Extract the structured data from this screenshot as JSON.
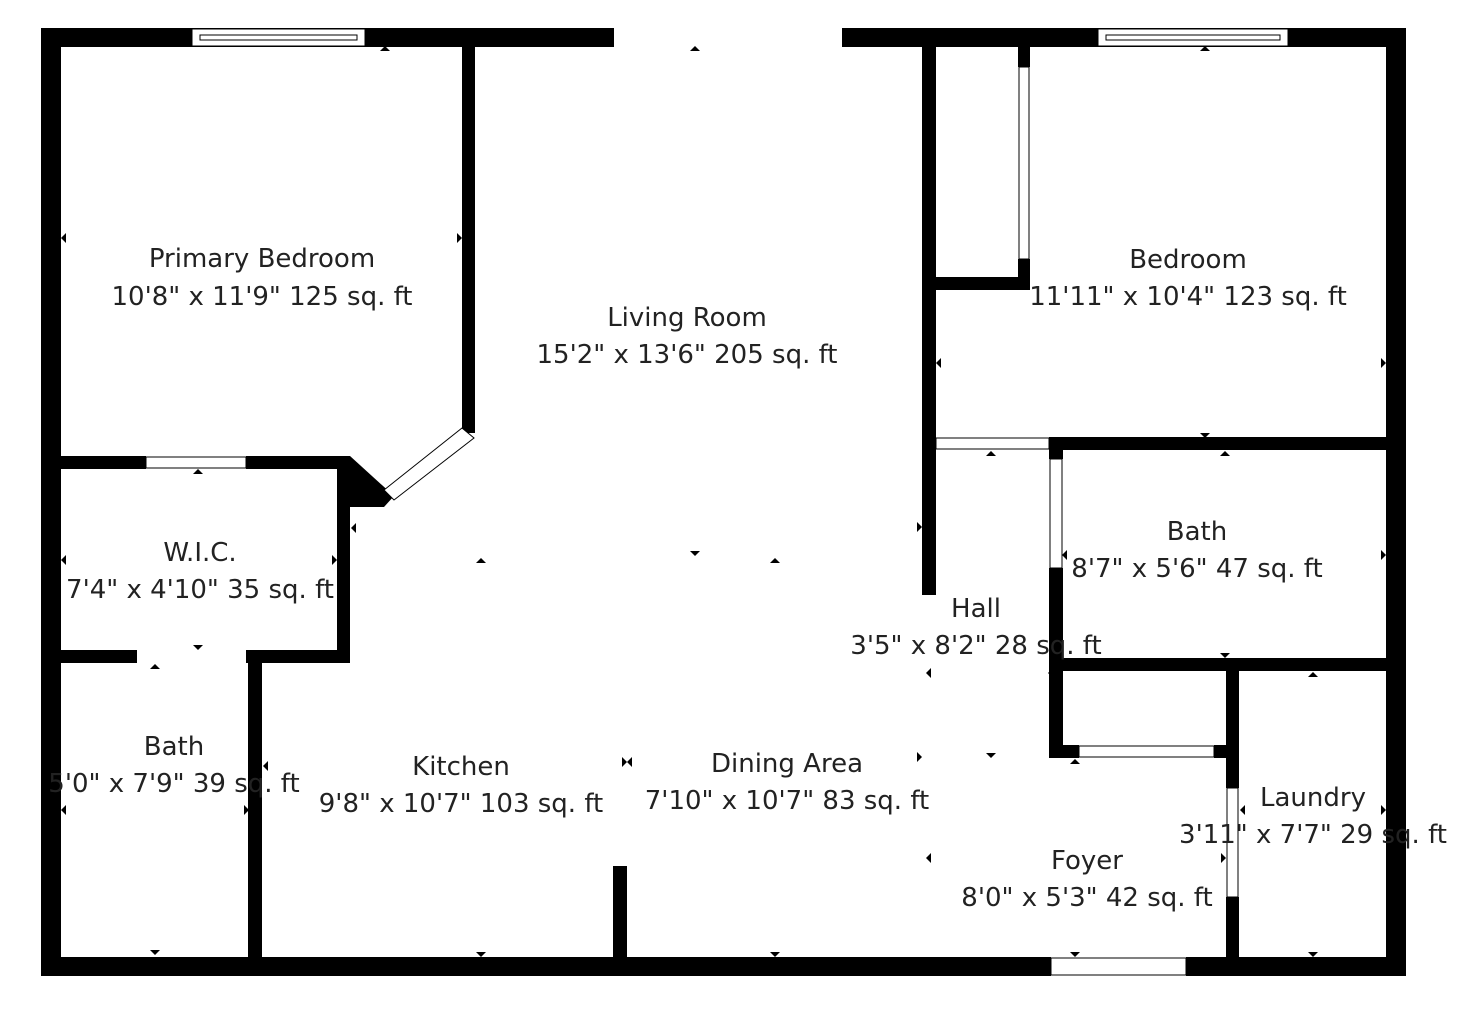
{
  "rooms": [
    {
      "id": "primary-bedroom",
      "name": "Primary Bedroom",
      "dims": "10'8\" x 11'9\" 125 sq. ft"
    },
    {
      "id": "living-room",
      "name": "Living Room",
      "dims": "15'2\" x 13'6\" 205 sq. ft"
    },
    {
      "id": "bedroom",
      "name": "Bedroom",
      "dims": "11'11\" x 10'4\" 123 sq. ft"
    },
    {
      "id": "wic",
      "name": "W.I.C.",
      "dims": "7'4\" x 4'10\" 35 sq. ft"
    },
    {
      "id": "bath-right",
      "name": "Bath",
      "dims": "8'7\" x 5'6\" 47 sq. ft"
    },
    {
      "id": "hall",
      "name": "Hall",
      "dims": "3'5\" x 8'2\" 28 sq. ft"
    },
    {
      "id": "bath-left",
      "name": "Bath",
      "dims": "5'0\" x 7'9\" 39 sq. ft"
    },
    {
      "id": "kitchen",
      "name": "Kitchen",
      "dims": "9'8\" x 10'7\" 103 sq. ft"
    },
    {
      "id": "dining-area",
      "name": "Dining Area",
      "dims": "7'10\" x 10'7\" 83 sq. ft"
    },
    {
      "id": "laundry",
      "name": "Laundry",
      "dims": "3'11\" x 7'7\" 29 sq. ft"
    },
    {
      "id": "foyer",
      "name": "Foyer",
      "dims": "8'0\" x 5'3\" 42 sq. ft"
    }
  ]
}
